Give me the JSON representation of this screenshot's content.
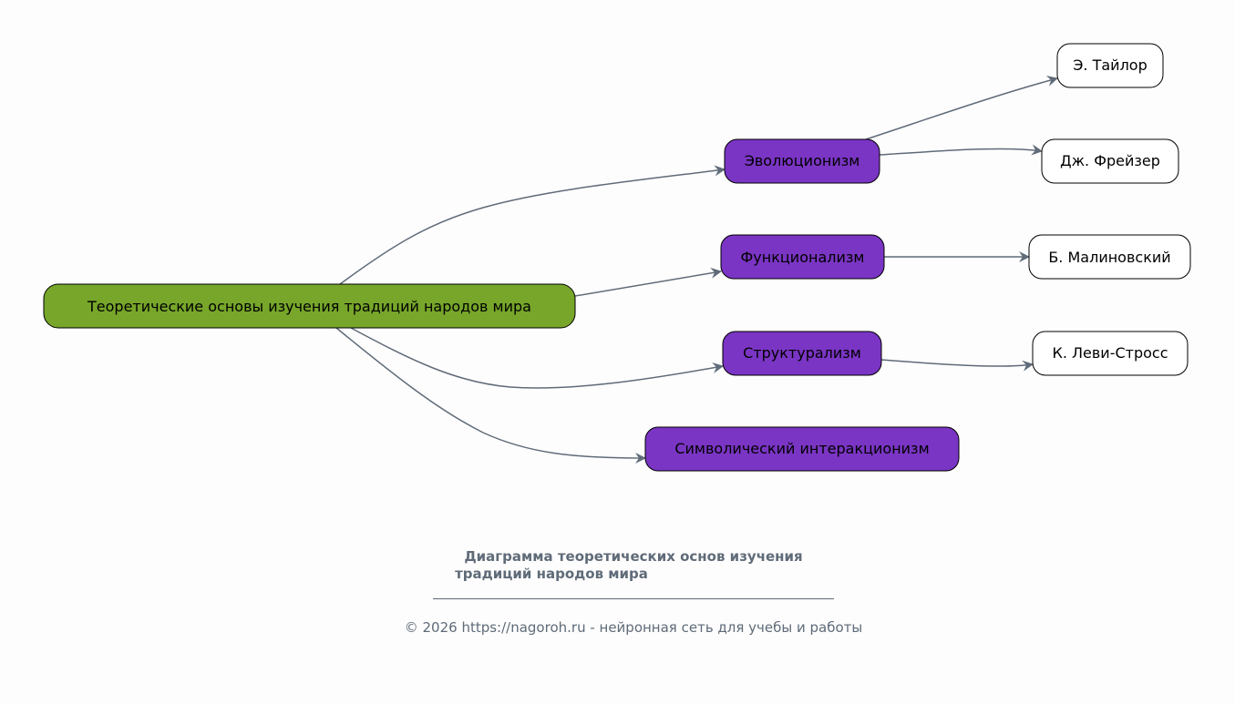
{
  "colors": {
    "root": "#77a62a",
    "category": "#7a35c4",
    "leaf": "#ffffff",
    "edge": "#5f6b78"
  },
  "nodes": {
    "root": "Теоретические основы изучения традиций народов мира",
    "evolutionism": "Эволюционизм",
    "functionalism": "Функционализм",
    "structuralism": "Структурализм",
    "symbolic": "Символический интеракционизм",
    "tylor": "Э. Тайлор",
    "frazer": "Дж. Фрейзер",
    "malinowski": "Б. Малиновский",
    "levistrauss": "К. Леви-Стросс"
  },
  "caption": {
    "line1": "Диаграмма теоретических основ изучения",
    "line2": "традиций народов мира",
    "copyright": "© 2026 https://nagoroh.ru - нейронная сеть для учебы и работы"
  }
}
